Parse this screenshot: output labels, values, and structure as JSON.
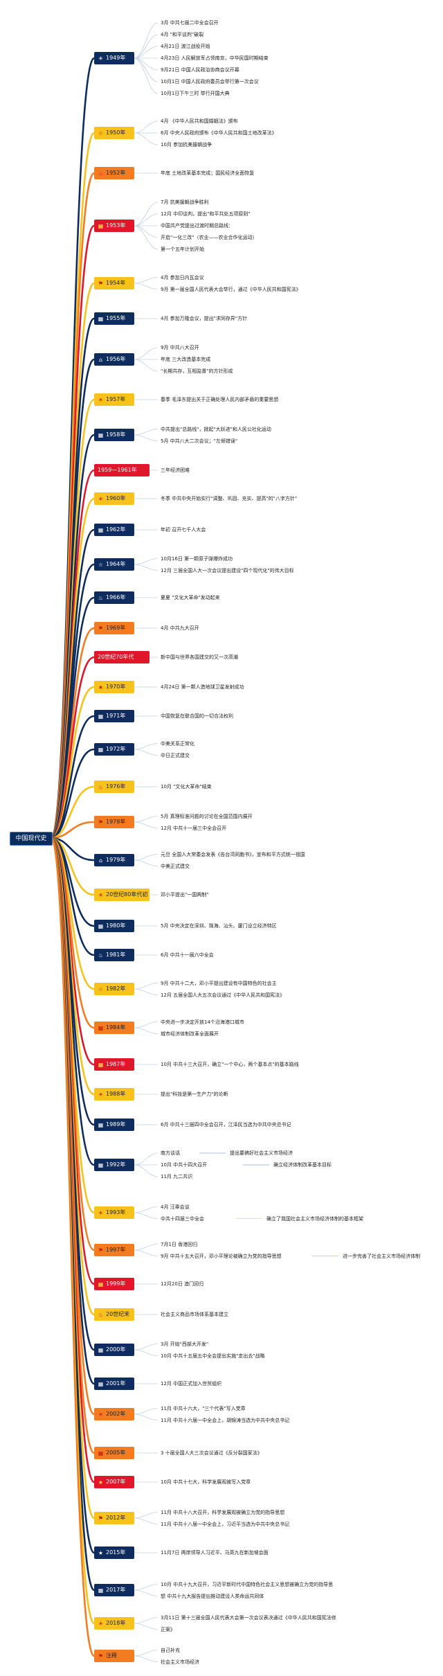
{
  "root": {
    "label": "中国现代史"
  },
  "colors": {
    "navy": "#0e2c5e",
    "gold": "#f7c21b",
    "orange": "#f47c20",
    "red": "#e0162b"
  },
  "nodes": [
    {
      "label": "1949年",
      "color": "navy",
      "icon": "sun-icon",
      "glyph": "☀",
      "items": [
        "3月 中共七届二中全会召开",
        "4月 \"和平谈判\"破裂",
        "4月21日 渡江战役开始",
        "4月23日 人民解放军占领南京，中华民国时期结束",
        "9月21日 中国人民政治协商会议开幕",
        "10月1日 中国人民政府委员会举行第一次会议",
        "10月1日下午三时 举行开国大典"
      ]
    },
    {
      "label": "1950年",
      "color": "gold",
      "icon": "star-outline-icon",
      "glyph": "☆",
      "items": [
        "4月 《中华人民共和国婚姻法》颁布",
        "6月 中央人民政府颁布《中华人民共和国土地改革法》",
        "10月 参加抗美援朝战争"
      ]
    },
    {
      "label": "1952年",
      "color": "orange",
      "icon": "flame-icon",
      "glyph": "♨",
      "items": [
        "年底 土地改革基本完成；国民经济全面恢复"
      ]
    },
    {
      "label": "1953年",
      "color": "red",
      "icon": "grid-icon",
      "glyph": "▦",
      "items": [
        "7月 抗美援朝战争胜利",
        "12月 中印谈判，提出\"和平共处五项原则\"",
        "中国共产党提出过渡时期总路线：",
        "开启\"一化三改\"（农业——农业合作化运动）",
        "第一个五年计划开始"
      ]
    },
    {
      "label": "1954年",
      "color": "gold",
      "icon": "flag-icon",
      "glyph": "⚑",
      "items": [
        "4月 参加日内瓦会议",
        "9月 第一届全国人民代表大会举行，通过《中华人民共和国宪法》"
      ]
    },
    {
      "label": "1955年",
      "color": "navy",
      "icon": "grid-icon",
      "glyph": "▦",
      "items": [
        "4月 参加万隆会议，提出\"求同存异\"方针"
      ]
    },
    {
      "label": "1956年",
      "color": "navy",
      "icon": "house-icon",
      "glyph": "⌂",
      "items": [
        "9月 中共八大召开",
        "年底 三大改造基本完成",
        "\"长期共存，互相监督\"的方针形成"
      ]
    },
    {
      "label": "1957年",
      "color": "gold",
      "icon": "sun-icon",
      "glyph": "☀",
      "items": [
        "春季 毛泽东提出关于正确处理人民内部矛盾的重要思想"
      ]
    },
    {
      "label": "1958年",
      "color": "navy",
      "icon": "grid-icon",
      "glyph": "▦",
      "items": [
        "中共提出\"总路线\"，掀起\"大跃进\"和人民公社化运动",
        "5月 中共八大二次会议；\"左倾错误\""
      ]
    },
    {
      "label": "1959—1961年",
      "color": "red",
      "icon": "",
      "glyph": "",
      "items": [
        "三年经济困难"
      ]
    },
    {
      "label": "1960年",
      "color": "gold",
      "icon": "sun-icon",
      "glyph": "☀",
      "items": [
        "冬季 中共中央开始实行\"调整、巩固、充实、提高\"的\"八字方针\""
      ]
    },
    {
      "label": "1962年",
      "color": "navy",
      "icon": "grid-icon",
      "glyph": "▦",
      "items": [
        "年初 召开七千人大会"
      ]
    },
    {
      "label": "1964年",
      "color": "navy",
      "icon": "star-outline-icon",
      "glyph": "☆",
      "items": [
        "10月16日 第一颗原子弹爆炸成功",
        "12月 三届全国人大一次会议提出建设\"四个现代化\"的伟大目标"
      ]
    },
    {
      "label": "1966年",
      "color": "navy",
      "icon": "flame-icon",
      "glyph": "♨",
      "items": [
        "夏夏 \"文化大革命\"发动起来"
      ]
    },
    {
      "label": "1969年",
      "color": "orange",
      "icon": "flag-icon",
      "glyph": "⚑",
      "items": [
        "4月 中共九大召开"
      ]
    },
    {
      "label": "20世纪70年代",
      "color": "red",
      "icon": "",
      "glyph": "",
      "items": [
        "新中国与世界各国建交的又一次高潮"
      ]
    },
    {
      "label": "1970年",
      "color": "gold",
      "icon": "star-icon",
      "glyph": "★",
      "items": [
        "4月24日 第一颗人造地球卫星发射成功"
      ]
    },
    {
      "label": "1971年",
      "color": "navy",
      "icon": "grid-icon",
      "glyph": "▦",
      "items": [
        "中国恢复在联合国的一切合法权利"
      ]
    },
    {
      "label": "1972年",
      "color": "navy",
      "icon": "grid-icon",
      "glyph": "▦",
      "items": [
        "中美关系正常化",
        "中日正式建交"
      ]
    },
    {
      "label": "1976年",
      "color": "gold",
      "icon": "flame-icon",
      "glyph": "♨",
      "items": [
        "10月 \"文化大革命\"结束"
      ]
    },
    {
      "label": "1978年",
      "color": "orange",
      "icon": "flag-icon",
      "glyph": "⚑",
      "items": [
        "5月 真理标准问题的讨论在全国范围内展开",
        "12月 中共十一届三中全会召开"
      ]
    },
    {
      "label": "1979年",
      "color": "navy",
      "icon": "house-icon",
      "glyph": "⌂",
      "items": [
        "元旦 全国人大常委会发表《告台湾同胞书》，宣布和平方式统一祖国",
        "中美正式建交"
      ]
    },
    {
      "label": "20世纪80年代初",
      "color": "gold",
      "icon": "sun-icon",
      "glyph": "☀",
      "items": [
        "邓小平提出\"一国两制\""
      ]
    },
    {
      "label": "1980年",
      "color": "navy",
      "icon": "grid-icon",
      "glyph": "▦",
      "items": [
        "5月 中央决定在深圳、珠海、汕头、厦门设立经济特区"
      ]
    },
    {
      "label": "1981年",
      "color": "navy",
      "icon": "flame-icon",
      "glyph": "♨",
      "items": [
        "6月 中共十一届六中全会"
      ]
    },
    {
      "label": "1982年",
      "color": "gold",
      "icon": "star-outline-icon",
      "glyph": "☆",
      "items": [
        "9月 中共十二大，邓小平提出建设有中国特色的社会主",
        "12月 五届全国人大五次会议通过《中华人民共和国宪法》"
      ]
    },
    {
      "label": "1984年",
      "color": "orange",
      "icon": "grid-icon",
      "glyph": "▦",
      "items": [
        "中央进一步决定开放14个沿海港口城市",
        "城市经济体制改革全面展开"
      ]
    },
    {
      "label": "1987年",
      "color": "red",
      "icon": "grid-icon",
      "glyph": "▦",
      "items": [
        "10月 中共十三大召开，确立\"一个中心，两个基本点\"的基本路线"
      ]
    },
    {
      "label": "1988年",
      "color": "gold",
      "icon": "sun-icon",
      "glyph": "☀",
      "items": [
        "提出\"科技是第一生产力\"的论断"
      ]
    },
    {
      "label": "1989年",
      "color": "navy",
      "icon": "grid-icon",
      "glyph": "▦",
      "items": [
        "6月 中共十三届四中全会召开，江泽民当选为中共中央总书记"
      ]
    },
    {
      "label": "1992年",
      "color": "navy",
      "icon": "grid-icon",
      "glyph": "▦",
      "items": [
        "南方谈话",
        "10月 中共十四大召开",
        "11月 九二共识"
      ],
      "sub": [
        {
          "row": 0,
          "text": "提出要搞好社会主义市场经济"
        },
        {
          "row": 1,
          "text": "确立经济体制改革基本目标"
        }
      ]
    },
    {
      "label": "1993年",
      "color": "gold",
      "icon": "sun-icon",
      "glyph": "☀",
      "items": [
        "4月 汪辜会谈",
        "中共十四届三中全会"
      ],
      "sub": [
        {
          "row": 1,
          "text": "确立了我国社会主义市场经济体制的基本框架"
        }
      ]
    },
    {
      "label": "1997年",
      "color": "orange",
      "icon": "flag-icon",
      "glyph": "⚑",
      "items": [
        "7月1日 香港回归",
        "9月 中共十五大召开，邓小平理论被确立为党的指导思想"
      ],
      "sub": [
        {
          "row": 1,
          "text": "进一步完善了社会主义市场经济体制"
        }
      ]
    },
    {
      "label": "1999年",
      "color": "red",
      "icon": "grid-icon",
      "glyph": "▦",
      "items": [
        "12月20日 澳门回归"
      ]
    },
    {
      "label": "20世纪末",
      "color": "gold",
      "icon": "flame-icon",
      "glyph": "♨",
      "items": [
        "社会主义商品市场体系基本建立"
      ]
    },
    {
      "label": "2000年",
      "color": "navy",
      "icon": "grid-icon",
      "glyph": "▦",
      "items": [
        "3月 开始\"西部大开发\"",
        "10月 中共十五届五中全会提出实施\"走出去\"战略"
      ]
    },
    {
      "label": "2001年",
      "color": "navy",
      "icon": "grid-icon",
      "glyph": "▦",
      "items": [
        "12月 中国正式加入世贸组织"
      ]
    },
    {
      "label": "2002年",
      "color": "orange",
      "icon": "sun-icon",
      "glyph": "☀",
      "items": [
        "11月 中共十六大，\"三个代表\"写入党章",
        "11月 中共十六届一中全会上，胡锦涛当选为中共中央总书记"
      ]
    },
    {
      "label": "2005年",
      "color": "orange",
      "icon": "grid-icon",
      "glyph": "▦",
      "items": [
        "3 十届全国人大三次会议通过《反分裂国家法》"
      ]
    },
    {
      "label": "2007年",
      "color": "red",
      "icon": "star-icon",
      "glyph": "★",
      "items": [
        "10月 中共十七大，科学发展观被写入党章"
      ]
    },
    {
      "label": "2012年",
      "color": "gold",
      "icon": "flag-icon",
      "glyph": "⚑",
      "items": [
        "11月 中共十八大召开，科学发展观被确立为党的指导思想",
        "11月 中共十八届一中全会上，习近平当选为中共中央总书记"
      ]
    },
    {
      "label": "2015年",
      "color": "navy",
      "icon": "star-icon",
      "glyph": "★",
      "items": [
        "11月7日 两岸领导人习近平、马英九在新加坡会面"
      ]
    },
    {
      "label": "2017年",
      "color": "navy",
      "icon": "grid-icon",
      "glyph": "▦",
      "items": [
        "10月 中共十九大召开，习近平新时代中国特色社会主义思想被确立为党的指导思",
        "想 中共十九大报告提出推动建设人类命运共同体"
      ]
    },
    {
      "label": "2018年",
      "color": "gold",
      "icon": "sun-icon",
      "glyph": "☀",
      "items": [
        "3月11日 第十三届全国人民代表大会第一次会议表决通过《中华人民共和国宪法修",
        "正案》"
      ]
    },
    {
      "label": "注释",
      "color": "orange",
      "icon": "flag-icon",
      "glyph": "⚑",
      "items": [
        "自己补充",
        "社会主义市场经济"
      ]
    }
  ]
}
